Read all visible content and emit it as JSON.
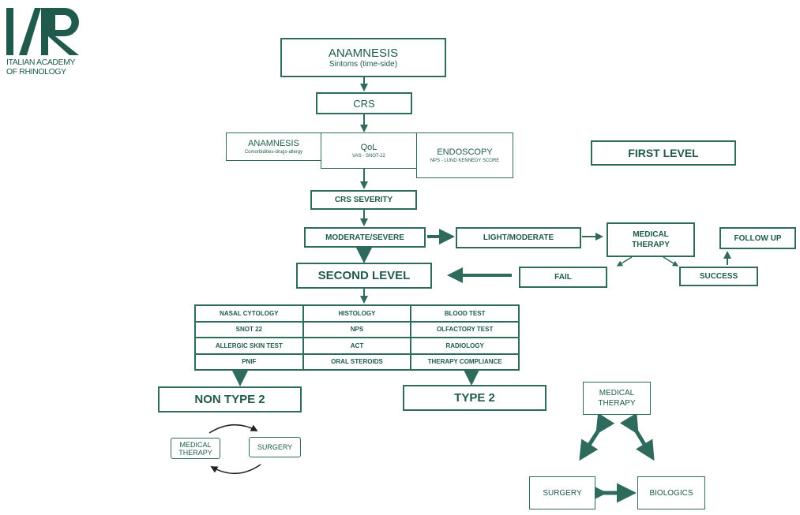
{
  "logo": {
    "mark": "IAR",
    "line1": "ITALIAN ACADEMY",
    "line2": "OF RHINOLOGY"
  },
  "nodes": {
    "anamnesis_top": {
      "title": "ANAMNESIS",
      "subtitle": "Sintoms (time-side)"
    },
    "crs": "CRS",
    "anamnesis_left": {
      "title": "ANAMNESIS",
      "subtitle": "Comorbidities-drugs-allergy"
    },
    "qol": {
      "title": "QoL",
      "subtitle": "VAS - SNOT-22"
    },
    "endoscopy": {
      "title": "ENDOSCOPY",
      "subtitle": "NPS - LUND KENNEDY SCORE"
    },
    "first_level": "FIRST LEVEL",
    "crs_severity": "CRS SEVERITY",
    "moderate_severe": "MODERATE/SEVERE",
    "light_moderate": "LIGHT/MODERATE",
    "medical_therapy_1": "MEDICAL THERAPY",
    "follow_up": "FOLLOW UP",
    "second_level": "SECOND LEVEL",
    "fail": "FAIL",
    "success": "SUCCESS",
    "non_type_2": "NON TYPE 2",
    "type_2": "TYPE 2",
    "medical_therapy_small": "MEDICAL THERAPY",
    "surgery_small": "SURGERY",
    "medical_therapy_tri": "MEDICAL THERAPY",
    "surgery_tri": "SURGERY",
    "biologics": "BIOLOGICS"
  },
  "tests_grid": [
    [
      "NASAL CYTOLOGY",
      "HISTOLOGY",
      "BLOOD TEST"
    ],
    [
      "SNOT 22",
      "NPS",
      "OLFACTORY TEST"
    ],
    [
      "ALLERGIC SKIN TEST",
      "ACT",
      "RADIOLOGY"
    ],
    [
      "PNIF",
      "ORAL STEROIDS",
      "THERAPY COMPLIANCE"
    ]
  ],
  "colors": {
    "primary": "#2e6b5c",
    "text": "#1f5a4c",
    "background": "#ffffff"
  }
}
